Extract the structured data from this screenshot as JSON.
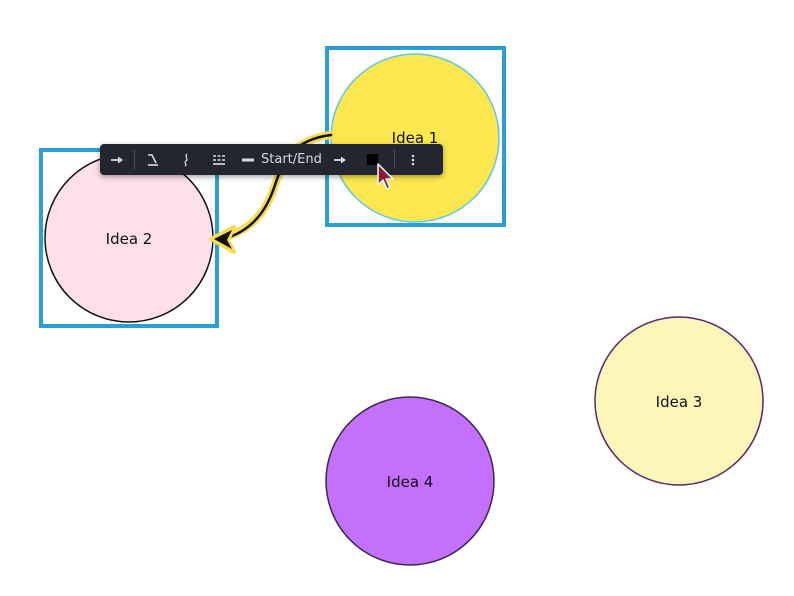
{
  "nodes": [
    {
      "id": "idea-1",
      "label": "Idea 1",
      "fill": "#fce84e",
      "stroke": "#5ec8e8",
      "selected": true
    },
    {
      "id": "idea-2",
      "label": "Idea 2",
      "fill": "#fde0ea",
      "stroke": "#111111",
      "selected": true
    },
    {
      "id": "idea-3",
      "label": "Idea 3",
      "fill": "#fcf6b8",
      "stroke": "#5a2a6e",
      "selected": false
    },
    {
      "id": "idea-4",
      "label": "Idea 4",
      "fill": "#c56ffd",
      "stroke": "#3a2a4e",
      "selected": false
    }
  ],
  "connector": {
    "from": "Idea 1",
    "to": "Idea 2",
    "stroke": "#111111",
    "highlight": "#f7dc52"
  },
  "selection_color": "#2a9fd6",
  "toolbar": {
    "background": "#23262e",
    "start_end_label": "Start/End",
    "color_swatch": "#000000",
    "icons": {
      "arrow_type": "arrow-right-icon",
      "line_elbow": "elbow-line-icon",
      "line_curve": "curve-line-icon",
      "line_dashed": "dashed-line-icon",
      "line_weight": "line-weight-icon",
      "arrow_end": "arrow-end-icon",
      "more": "more-vertical-icon"
    }
  },
  "cursor": {
    "color": "#8b1a3c"
  }
}
